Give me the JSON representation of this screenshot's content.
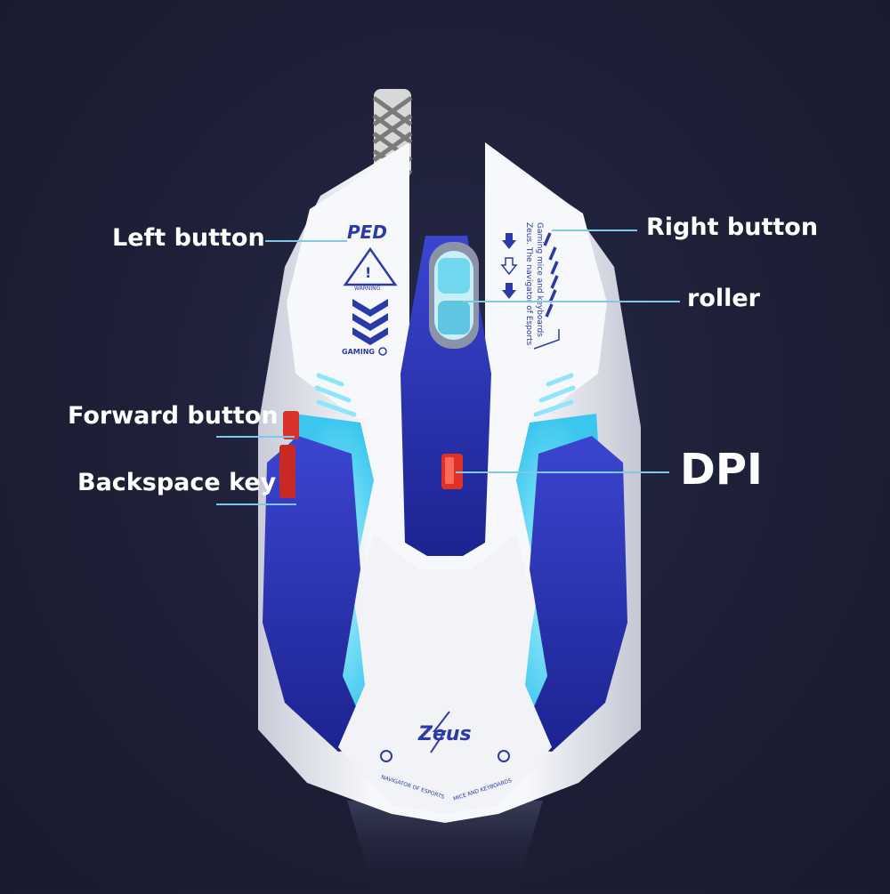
{
  "labels": {
    "left_button": "Left button",
    "right_button": "Right button",
    "roller": "roller",
    "forward_button": "Forward button",
    "backspace_key": "Backspace key",
    "dpi": "DPI"
  },
  "mouse_print": {
    "model_mark": "PED",
    "warning": "WARNING",
    "gaming": "GAMING",
    "tagline_1": "Zeus. The navigator of Esports",
    "tagline_2": "Gaming mice and keyboards",
    "brand": "Zeus",
    "bottom_left": "NAVIGATOR OF ESPORTS",
    "bottom_right": "MICE AND KEYBOARDS"
  },
  "colors": {
    "background": "#1d1f36",
    "shell_white": "#f4f5f8",
    "panel_blue": "#2a33b8",
    "led_cyan": "#7fe8ff",
    "dpi_red": "#e0302a",
    "callout_line": "#7fc8e6"
  }
}
